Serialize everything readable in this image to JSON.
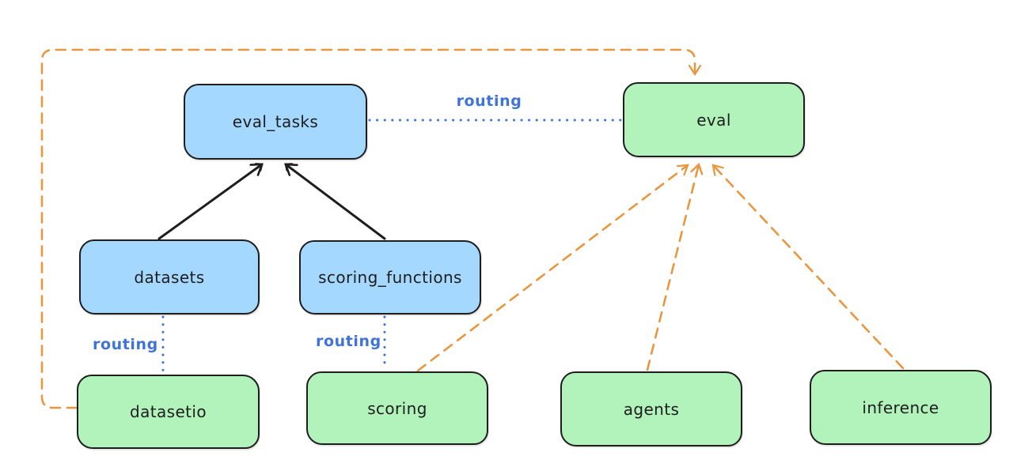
{
  "diagram_title": "",
  "colors": {
    "background": "#ffffff",
    "stroke": "#1e1e1e",
    "registry_fill": "#a5d8ff",
    "api_fill": "#b2f2bb",
    "routing_blue": "#3f74d6",
    "provider_orange": "#e8973f"
  },
  "nodes": {
    "eval_tasks": {
      "label": "eval_tasks",
      "fill": "#a5d8ff"
    },
    "eval": {
      "label": "eval",
      "fill": "#b2f2bb"
    },
    "datasets": {
      "label": "datasets",
      "fill": "#a5d8ff"
    },
    "scoring_functions": {
      "label": "scoring_functions",
      "fill": "#a5d8ff"
    },
    "datasetio": {
      "label": "datasetio",
      "fill": "#b2f2bb"
    },
    "scoring": {
      "label": "scoring",
      "fill": "#b2f2bb"
    },
    "agents": {
      "label": "agents",
      "fill": "#b2f2bb"
    },
    "inference": {
      "label": "inference",
      "fill": "#b2f2bb"
    }
  },
  "edge_labels": {
    "routing_top": "routing",
    "routing_datasets": "routing",
    "routing_scoring": "routing"
  },
  "edges": [
    {
      "from": "datasets",
      "to": "eval_tasks",
      "style": "solid-arrow",
      "color": "#1e1e1e"
    },
    {
      "from": "scoring_functions",
      "to": "eval_tasks",
      "style": "solid-arrow",
      "color": "#1e1e1e"
    },
    {
      "from": "eval_tasks",
      "to": "eval",
      "style": "dotted",
      "color": "#3f74d6",
      "label": "routing"
    },
    {
      "from": "datasets",
      "to": "datasetio",
      "style": "dotted",
      "color": "#3f74d6",
      "label": "routing"
    },
    {
      "from": "scoring_functions",
      "to": "scoring",
      "style": "dotted",
      "color": "#3f74d6",
      "label": "routing"
    },
    {
      "from": "datasetio",
      "to": "eval",
      "style": "dashed-arrow",
      "color": "#e8973f",
      "route": "left-edge-top-loop"
    },
    {
      "from": "scoring",
      "to": "eval",
      "style": "dashed-arrow",
      "color": "#e8973f"
    },
    {
      "from": "agents",
      "to": "eval",
      "style": "dashed-arrow",
      "color": "#e8973f"
    },
    {
      "from": "inference",
      "to": "eval",
      "style": "dashed-arrow",
      "color": "#e8973f"
    }
  ]
}
